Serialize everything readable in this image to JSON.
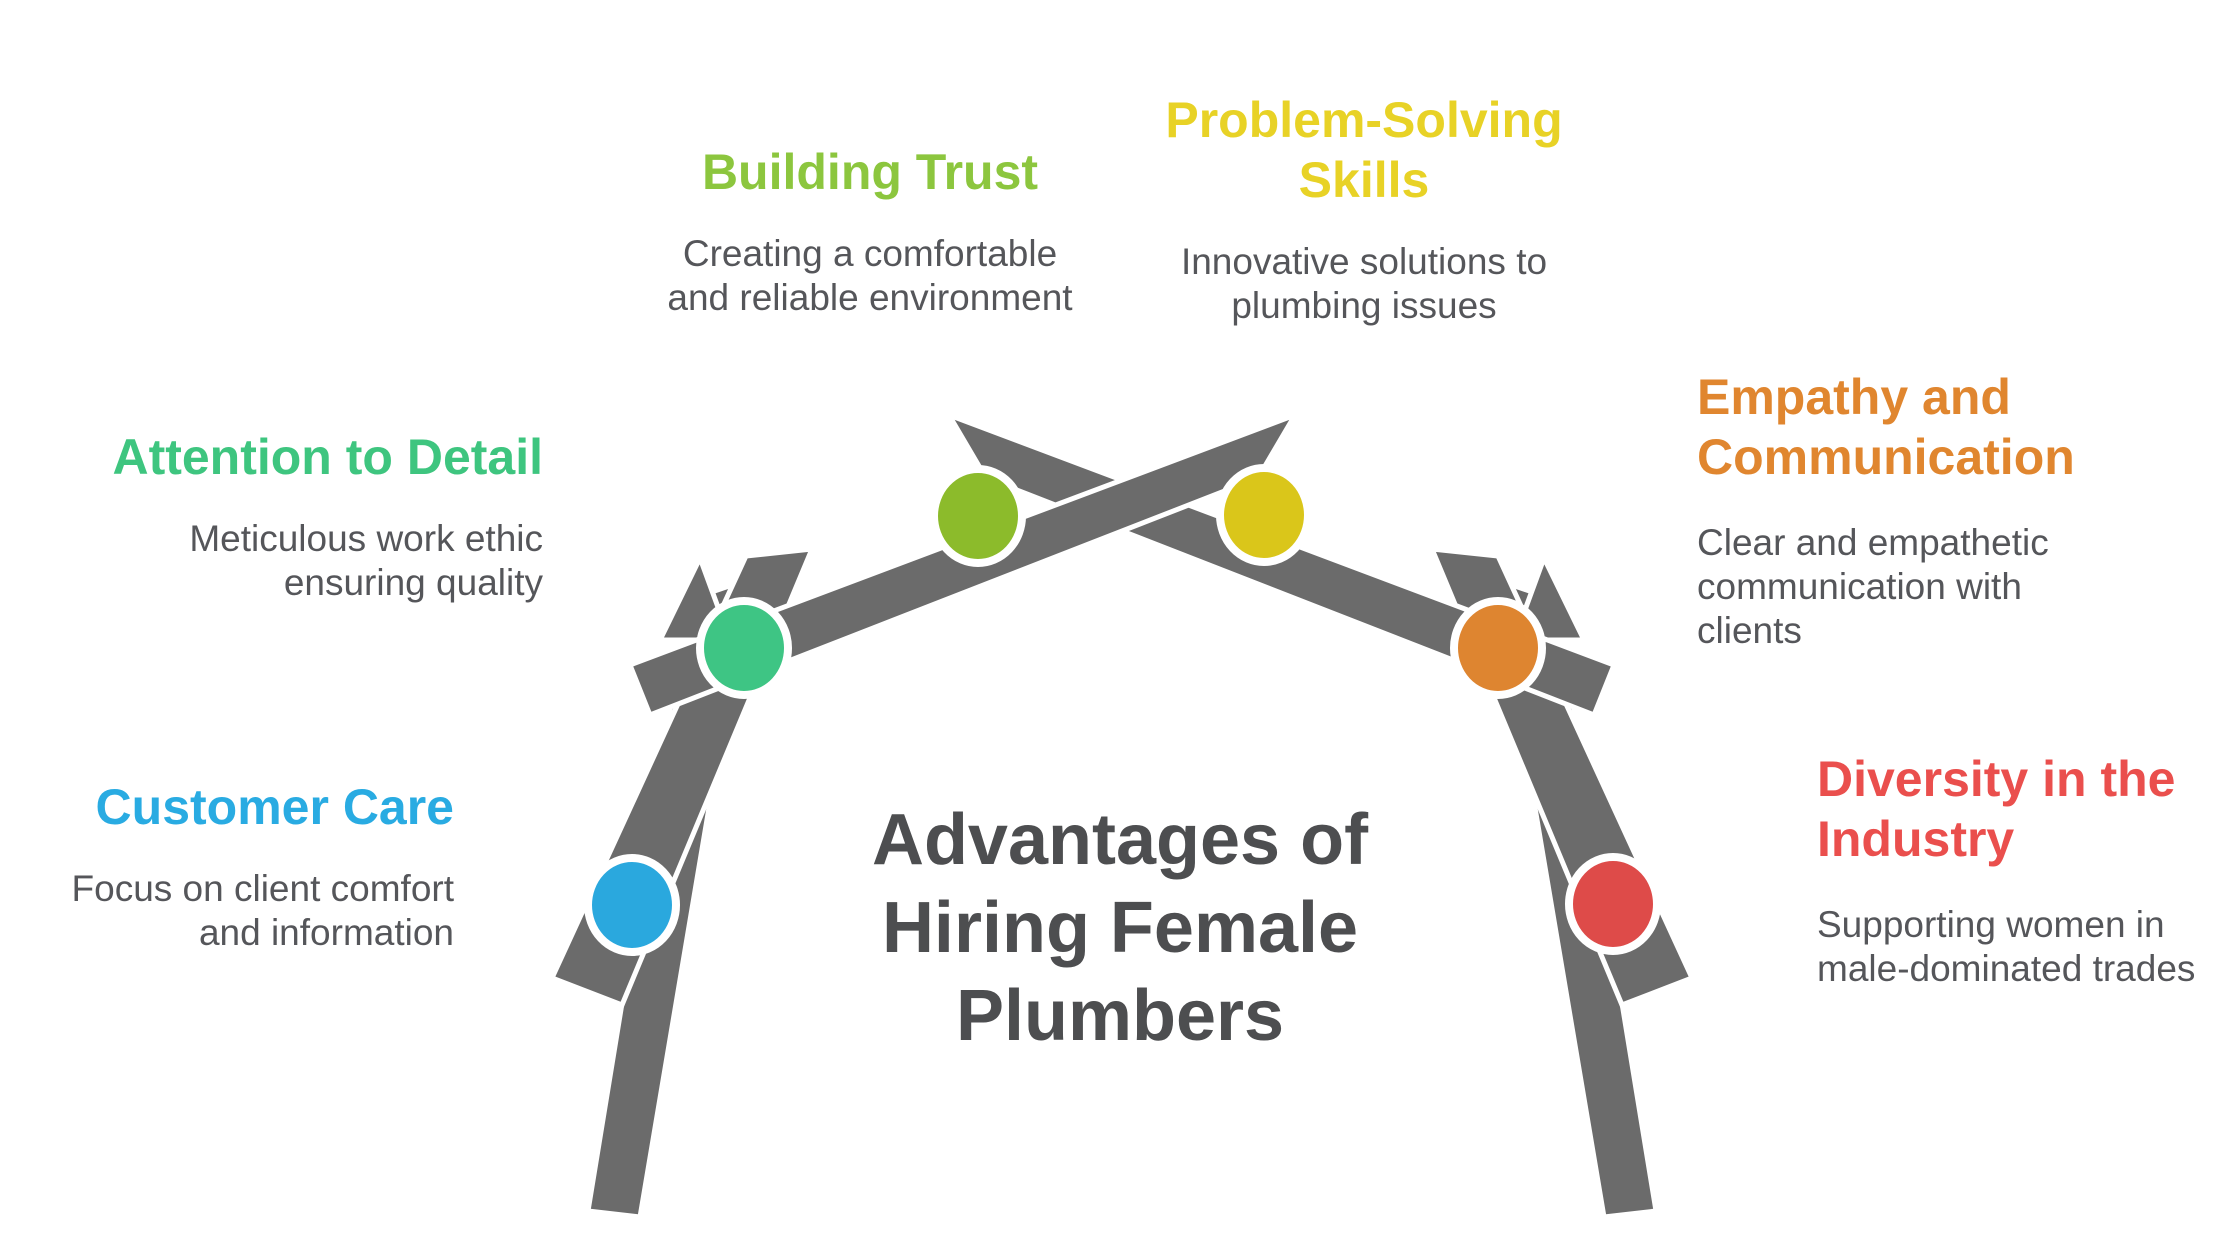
{
  "title": {
    "lines": [
      "Advantages of",
      "Hiring Female",
      "Plumbers"
    ],
    "color": "#4D4E50"
  },
  "arch": {
    "plank_color": "#6B6B6B",
    "outline_color": "#FFFFFF"
  },
  "sections": {
    "building_trust": {
      "heading_lines": [
        "Building Trust"
      ],
      "desc_lines": [
        "Creating a comfortable",
        "and reliable environment"
      ],
      "heading_color": "#8CC63E",
      "node_color": "#8CBB2B"
    },
    "problem_solving": {
      "heading_lines": [
        "Problem-Solving",
        "Skills"
      ],
      "desc_lines": [
        "Innovative solutions to",
        "plumbing issues"
      ],
      "heading_color": "#E8D226",
      "node_color": "#DAC61A"
    },
    "attention_to_detail": {
      "heading_lines": [
        "Attention to Detail"
      ],
      "desc_lines": [
        "Meticulous work ethic",
        "ensuring quality"
      ],
      "heading_color": "#3EC57F",
      "node_color": "#3EC584"
    },
    "empathy_communication": {
      "heading_lines": [
        "Empathy and",
        "Communication"
      ],
      "desc_lines": [
        "Clear and empathetic",
        "communication with",
        "clients"
      ],
      "heading_color": "#E0862F",
      "node_color": "#DE8530"
    },
    "customer_care": {
      "heading_lines": [
        "Customer Care"
      ],
      "desc_lines": [
        "Focus on client comfort",
        "and information"
      ],
      "heading_color": "#29ABE2",
      "node_color": "#2AA8DE"
    },
    "diversity_industry": {
      "heading_lines": [
        "Diversity in the",
        "Industry"
      ],
      "desc_lines": [
        "Supporting women in",
        "male-dominated trades"
      ],
      "heading_color": "#EA4F4D",
      "node_color": "#DE4B49"
    }
  }
}
